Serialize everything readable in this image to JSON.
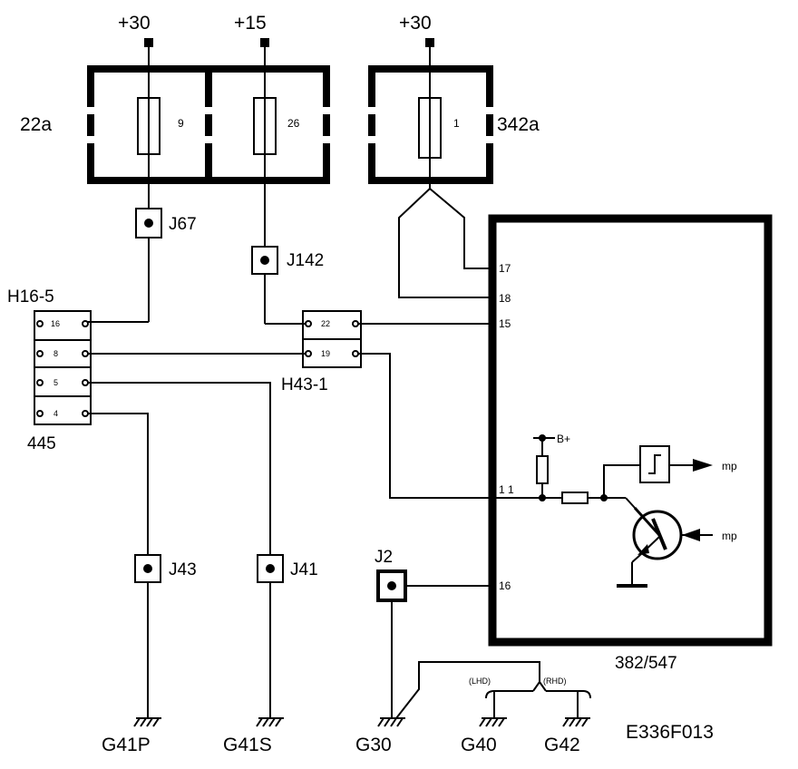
{
  "supplies": {
    "s1": "+30",
    "s2": "+15",
    "s3": "+30"
  },
  "fusebox_left": {
    "label": "22a",
    "fuse_a": "9",
    "fuse_b": "26"
  },
  "fusebox_right": {
    "label": "342a",
    "fuse": "1"
  },
  "splices": {
    "j67": "J67",
    "j142": "J142",
    "j43": "J43",
    "j41": "J41",
    "j2": "J2"
  },
  "connector_h16": {
    "label": "H16-5",
    "sublabel": "445",
    "pins": [
      "16",
      "8",
      "5",
      "4"
    ]
  },
  "connector_h43": {
    "label": "H43-1",
    "pins": [
      "22",
      "19"
    ]
  },
  "module": {
    "label": "382/547",
    "pins": {
      "p17": "17",
      "p18": "18",
      "p15": "15",
      "p11": "1 1",
      "p16": "16"
    },
    "bplus": "B+",
    "mp1": "mp",
    "mp2": "mp"
  },
  "grounds": {
    "g41p": "G41P",
    "g41s": "G41S",
    "g30": "G30",
    "g40": "G40",
    "g42": "G42",
    "lhd": "(LHD)",
    "rhd": "(RHD)"
  },
  "diagram_id": "E336F013"
}
